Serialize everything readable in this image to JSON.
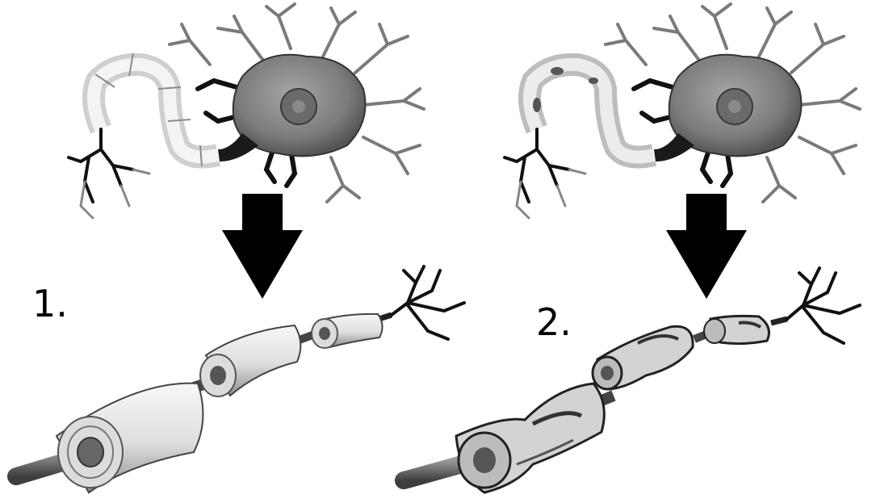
{
  "labels": {
    "panel_1": "1.",
    "panel_2": "2."
  },
  "panels": [
    {
      "id": "panel-1",
      "myelin_state": "intact"
    },
    {
      "id": "panel-2",
      "myelin_state": "damaged"
    }
  ],
  "colors": {
    "background": "#ffffff",
    "ink": "#111111",
    "soma": "#8a8a8a",
    "soma_dark": "#5a5a5a",
    "myelin": "#e6e6e6",
    "myelin_shadow": "#9c9c9c",
    "dendrite": "#7a7a7a",
    "arrow": "#000000"
  },
  "icons": {
    "arrow": "down-arrow-icon",
    "neuron": "neuron-icon"
  }
}
